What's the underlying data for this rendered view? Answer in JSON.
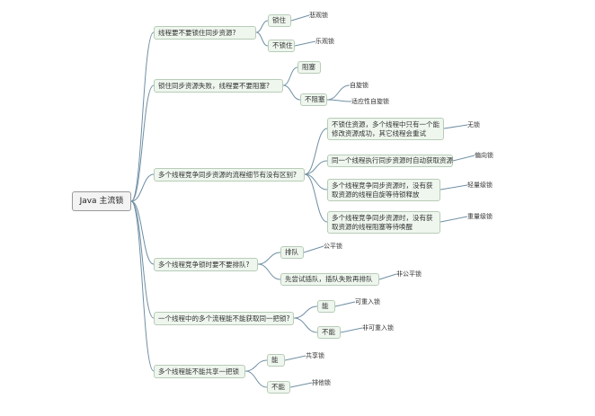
{
  "root": {
    "label": "Java 主流锁"
  },
  "branches": [
    {
      "question": "线程要不要锁住同步资源?",
      "options": [
        {
          "label": "锁住",
          "lock": "悲观锁"
        },
        {
          "label": "不锁住",
          "lock": "乐观锁"
        }
      ]
    },
    {
      "question": "锁住同步资源失败，线程要不要阻塞?",
      "options": [
        {
          "label": "阻塞",
          "lock": ""
        },
        {
          "label": "不阻塞",
          "locks": [
            "自旋锁",
            "适应性自旋锁"
          ]
        }
      ]
    },
    {
      "question": "多个线程竞争同步资源的流程细节有没有区别?",
      "options": [
        {
          "label": "不锁住资源，多个线程中只有一个能修改资源成功，其它线程会重试",
          "lock": "无锁"
        },
        {
          "label": "同一个线程执行同步资源时自动获取资源",
          "lock": "偏向锁"
        },
        {
          "label": "多个线程竞争同步资源时，没有获取资源的线程自旋等待锁释放",
          "lock": "轻量级锁"
        },
        {
          "label": "多个线程竞争同步资源时，没有获取资源的线程阻塞等待唤醒",
          "lock": "重量级锁"
        }
      ]
    },
    {
      "question": "多个线程竞争锁时要不要排队?",
      "options": [
        {
          "label": "排队",
          "lock": "公平锁"
        },
        {
          "label": "先尝试插队，插队失败再排队",
          "lock": "非公平锁"
        }
      ]
    },
    {
      "question": "一个线程中的多个流程能不能获取同一把锁?",
      "options": [
        {
          "label": "能",
          "lock": "可重入锁"
        },
        {
          "label": "不能",
          "lock": "非可重入锁"
        }
      ]
    },
    {
      "question": "多个线程能不能共享一把锁",
      "options": [
        {
          "label": "能",
          "lock": "共享锁"
        },
        {
          "label": "不能",
          "lock": "排他锁"
        }
      ]
    }
  ],
  "colors": {
    "link": "#6f8fa3",
    "node_fill": "#eef6ee",
    "node_border": "#b8ccb8"
  }
}
